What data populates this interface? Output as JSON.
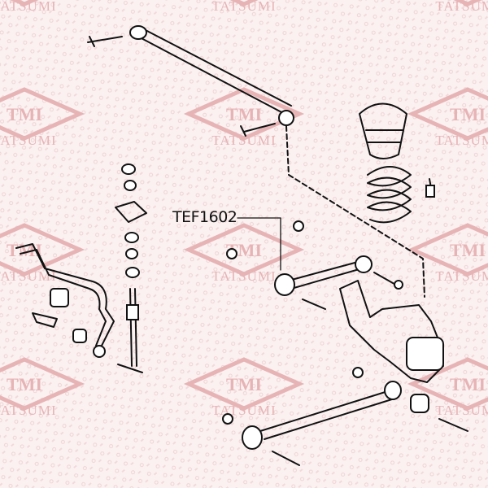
{
  "watermark": {
    "brand": "TATSUMI",
    "logo": "TMI",
    "color": "#e7b4b6"
  },
  "callout": {
    "part_number": "TEF1602"
  },
  "colors": {
    "line": "#111111",
    "background": "#fbf1f1"
  }
}
